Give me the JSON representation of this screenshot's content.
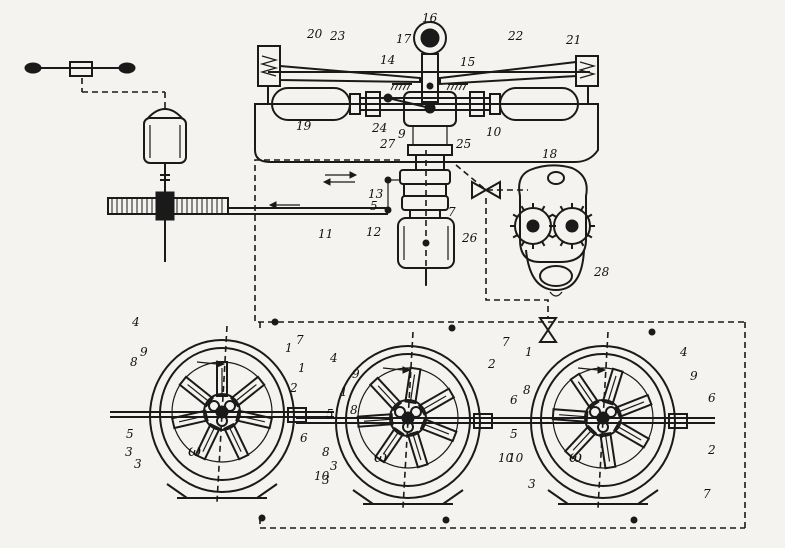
{
  "top_labels": [
    "16",
    "17",
    "20",
    "23",
    "22",
    "21",
    "14",
    "15",
    "24",
    "27",
    "9",
    "25",
    "10",
    "19",
    "18",
    "13",
    "5",
    "12",
    "11",
    "7",
    "26",
    "28"
  ],
  "pump_labels": [
    [
      "4",
      "9",
      "8",
      "1",
      "7",
      "1",
      "2",
      "5",
      "6",
      "3",
      "10",
      "3"
    ],
    [
      "4",
      "7",
      "2",
      "9",
      "1",
      "8",
      "5",
      "3",
      "6",
      "10",
      "3",
      "8"
    ],
    [
      "1",
      "4",
      "8",
      "9",
      "6",
      "5",
      "10",
      "2",
      "3",
      "7"
    ]
  ],
  "omega_symbol": "ω"
}
